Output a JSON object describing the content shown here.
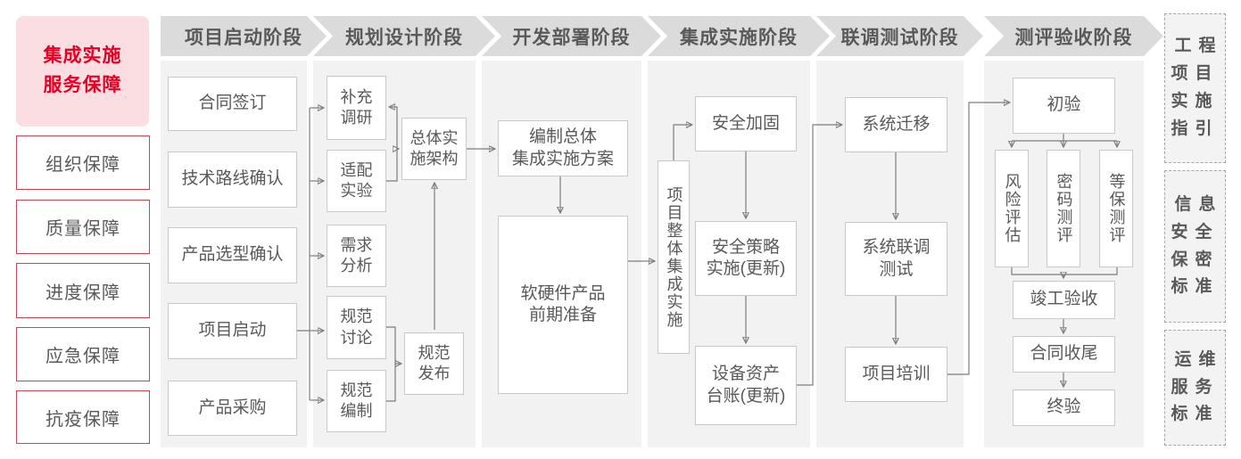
{
  "sidebar": {
    "title": "集成实施\n服务保障",
    "items": [
      "组织保障",
      "质量保障",
      "进度保障",
      "应急保障",
      "抗疫保障"
    ]
  },
  "phases": [
    "项目启动阶段",
    "规划设计阶段",
    "开发部署阶段",
    "集成实施阶段",
    "联调测试阶段",
    "测评验收阶段"
  ],
  "nodes": {
    "contract_sign": "合同签订",
    "tech_route_confirm": "技术路线确认",
    "product_selection_confirm": "产品选型确认",
    "project_kickoff": "项目启动",
    "product_procurement": "产品采购",
    "supplementary_research": "补充\n调研",
    "adaptation_test": "适配\n实验",
    "requirement_analysis": "需求\n分析",
    "spec_discussion": "规范\n讨论",
    "spec_drafting": "规范\n编制",
    "overall_architecture": "总体实\n施架构",
    "spec_release": "规范\n发布",
    "overall_integration_plan": "编制总体\n集成实施方案",
    "hw_sw_preparation": "软硬件产品\n前期准备",
    "project_overall_integration": "项目整体集成实施",
    "security_hardening": "安全加固",
    "security_policy_update": "安全策略\n实施(更新)",
    "asset_ledger_update": "设备资产\n台账(更新)",
    "system_migration": "系统迁移",
    "system_joint_testing": "系统联调\n测试",
    "project_training": "项目培训",
    "initial_acceptance": "初验",
    "risk_assessment": "风险评估",
    "crypto_evaluation": "密码测评",
    "classified_protection_evaluation": "等保测评",
    "completion_acceptance": "竣工验收",
    "contract_closure": "合同收尾",
    "final_acceptance": "终验"
  },
  "standards": [
    "工程\n项目\n实施\n指引",
    "信息\n安全\n保密\n标准",
    "运维\n服务\n标准"
  ],
  "colors": {
    "accent_red": "#e60023",
    "pink_bg": "#fadee2",
    "red_border": "#c04a56",
    "header_gray": "#dbdbdb",
    "column_gray": "#f2f2f2",
    "box_border": "#c9c9c9",
    "text_gray": "#595959",
    "connector_gray": "#7d7d7d"
  }
}
